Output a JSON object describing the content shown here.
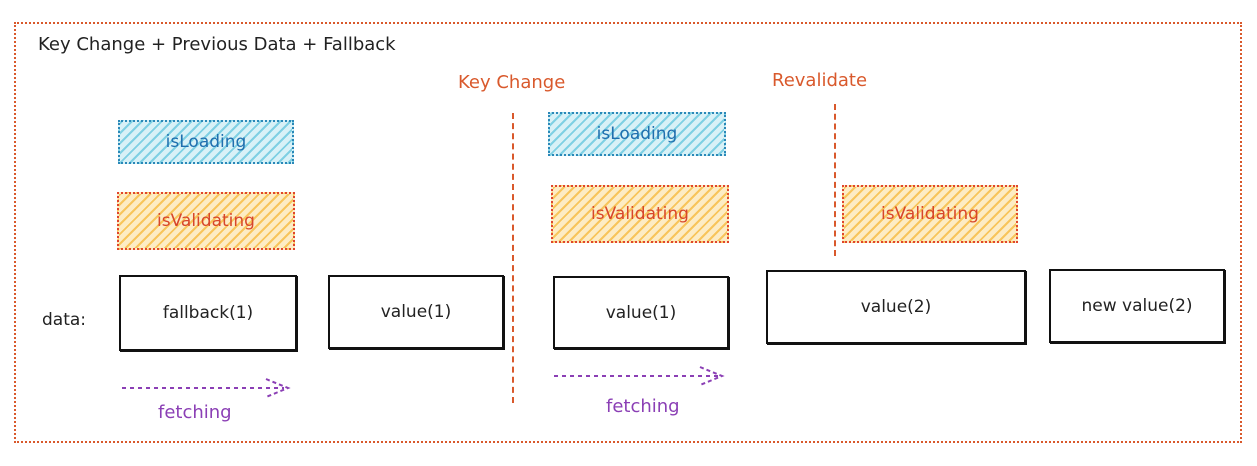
{
  "title": "Key Change + Previous Data + Fallback",
  "events": {
    "key_change": "Key Change",
    "revalidate": "Revalidate"
  },
  "states": {
    "loading_1": "isLoading",
    "validating_1": "isValidating",
    "loading_2": "isLoading",
    "validating_2": "isValidating",
    "validating_3": "isValidating"
  },
  "data_label": "data:",
  "data_values": {
    "fallback_1": "fallback(1)",
    "value_1a": "value(1)",
    "value_1b": "value(1)",
    "value_2": "value(2)",
    "new_value_2": "new value(2)"
  },
  "fetching": {
    "first": "fetching",
    "second": "fetching"
  },
  "colors": {
    "frame": "#d9592c",
    "loading": "#2a88b8",
    "validating": "#e0452d",
    "fetching": "#8b3fb5"
  }
}
